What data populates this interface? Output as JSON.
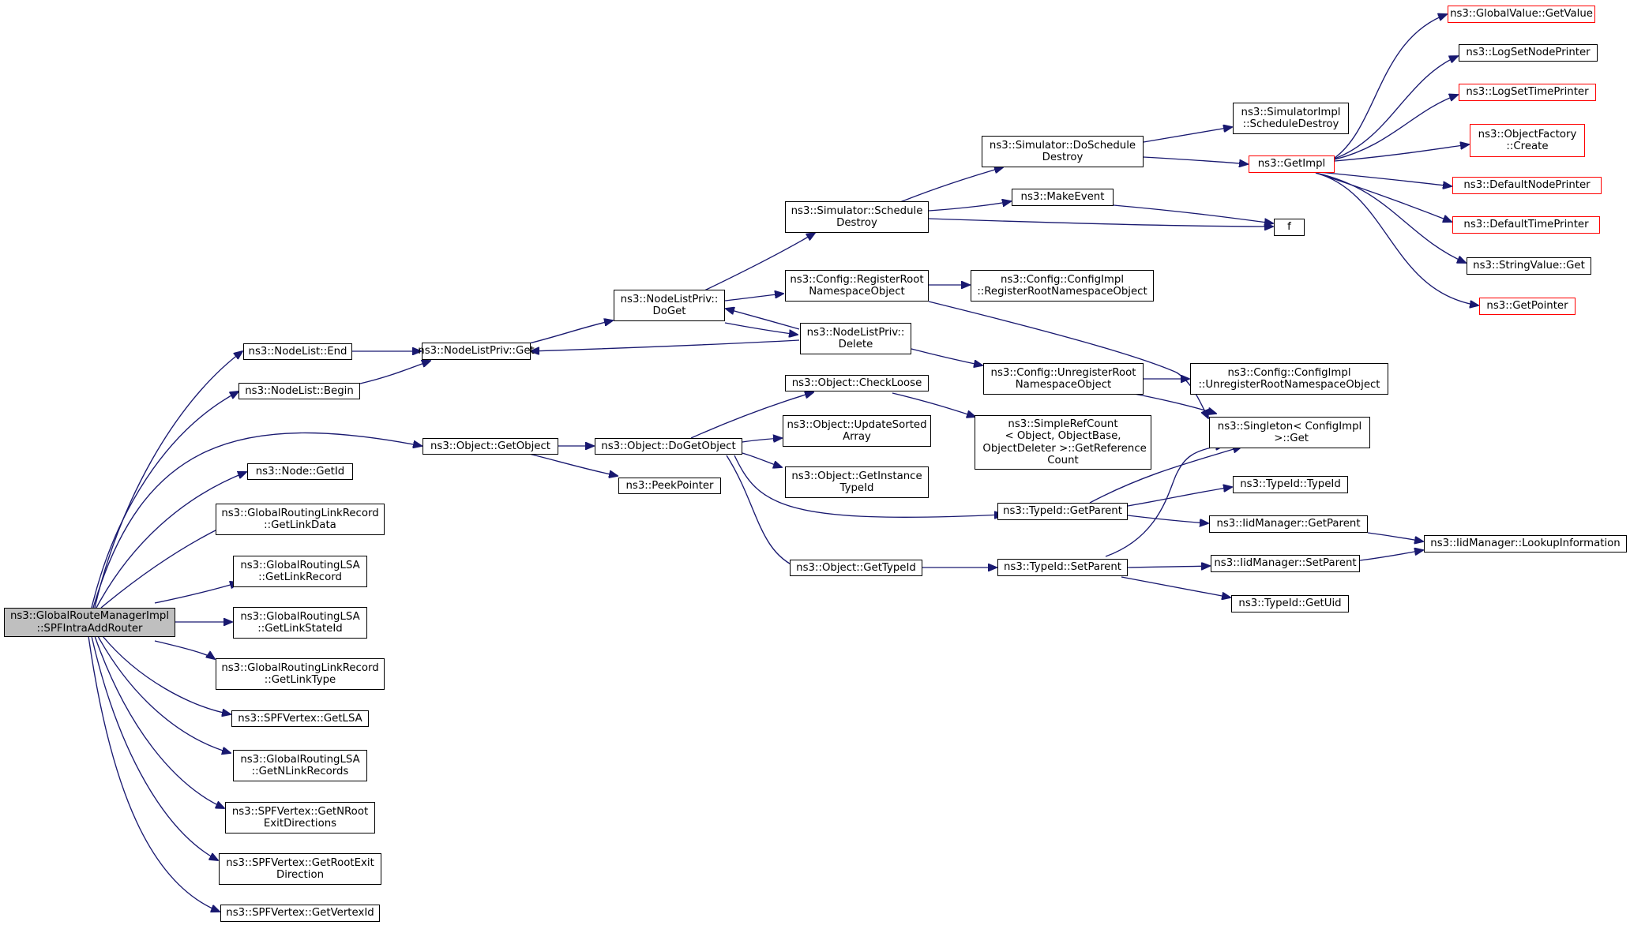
{
  "colors": {
    "edge": "#191970",
    "root_fill": "#bfbfbf",
    "truncated_border": "#ff0000"
  },
  "nodes": {
    "root": "ns3::GlobalRouteManagerImpl\n::SPFIntraAddRouter",
    "nodelist_end": "ns3::NodeList::End",
    "nodelist_begin": "ns3::NodeList::Begin",
    "object_getobject": "ns3::Object::GetObject",
    "node_getid": "ns3::Node::GetId",
    "grlr_getlinkdata": "ns3::GlobalRoutingLinkRecord\n::GetLinkData",
    "grlsa_getlinkrecord": "ns3::GlobalRoutingLSA\n::GetLinkRecord",
    "grlsa_getlinkstateid": "ns3::GlobalRoutingLSA\n::GetLinkStateId",
    "grlr_getlinktype": "ns3::GlobalRoutingLinkRecord\n::GetLinkType",
    "spfv_getlsa": "ns3::SPFVertex::GetLSA",
    "grlsa_getnlinkrecords": "ns3::GlobalRoutingLSA\n::GetNLinkRecords",
    "spfv_getnrootexit": "ns3::SPFVertex::GetNRoot\nExitDirections",
    "spfv_getrootexit": "ns3::SPFVertex::GetRootExit\nDirection",
    "spfv_getvertexid": "ns3::SPFVertex::GetVertexId",
    "nodelistpriv_get": "ns3::NodeListPriv::Get",
    "nodelistpriv_doget": "ns3::NodeListPriv::\nDoGet",
    "object_dogetobject": "ns3::Object::DoGetObject",
    "peekpointer": "ns3::PeekPointer",
    "sim_scheduledestroy": "ns3::Simulator::Schedule\nDestroy",
    "config_registerroot": "ns3::Config::RegisterRoot\nNamespaceObject",
    "nodelistpriv_delete": "ns3::NodeListPriv::\nDelete",
    "object_checkloose": "ns3::Object::CheckLoose",
    "object_updatesorted": "ns3::Object::UpdateSorted\nArray",
    "object_getinstancetypeid": "ns3::Object::GetInstance\nTypeId",
    "object_gettypeid": "ns3::Object::GetTypeId",
    "sim_doscheduledestroy": "ns3::Simulator::DoSchedule\nDestroy",
    "makeevent": "ns3::MakeEvent",
    "configimpl_register": "ns3::Config::ConfigImpl\n::RegisterRootNamespaceObject",
    "config_unregisterroot": "ns3::Config::UnregisterRoot\nNamespaceObject",
    "simplerefcount": "ns3::SimpleRefCount\n< Object, ObjectBase,\n ObjectDeleter >::GetReference\nCount",
    "typeid_getparent": "ns3::TypeId::GetParent",
    "typeid_setparent": "ns3::TypeId::SetParent",
    "simimpl_scheduledestroy": "ns3::SimulatorImpl\n::ScheduleDestroy",
    "getimpl": "ns3::GetImpl",
    "f": "f",
    "configimpl_unregister": "ns3::Config::ConfigImpl\n::UnregisterRootNamespaceObject",
    "singleton_get": "ns3::Singleton< ConfigImpl\n >::Get",
    "typeid_typeid": "ns3::TypeId::TypeId",
    "iidmanager_getparent": "ns3::IidManager::GetParent",
    "iidmanager_setparent": "ns3::IidManager::SetParent",
    "typeid_getuid": "ns3::TypeId::GetUid",
    "globalvalue_getvalue": "ns3::GlobalValue::GetValue",
    "logsetnodeprinter": "ns3::LogSetNodePrinter",
    "logsettimeprinter": "ns3::LogSetTimePrinter",
    "objectfactory_create": "ns3::ObjectFactory\n::Create",
    "defaultnodeprinter": "ns3::DefaultNodePrinter",
    "defaulttimeprinter": "ns3::DefaultTimePrinter",
    "stringvalue_get": "ns3::StringValue::Get",
    "getpointer": "ns3::GetPointer",
    "iidmanager_lookup": "ns3::IidManager::LookupInformation"
  }
}
